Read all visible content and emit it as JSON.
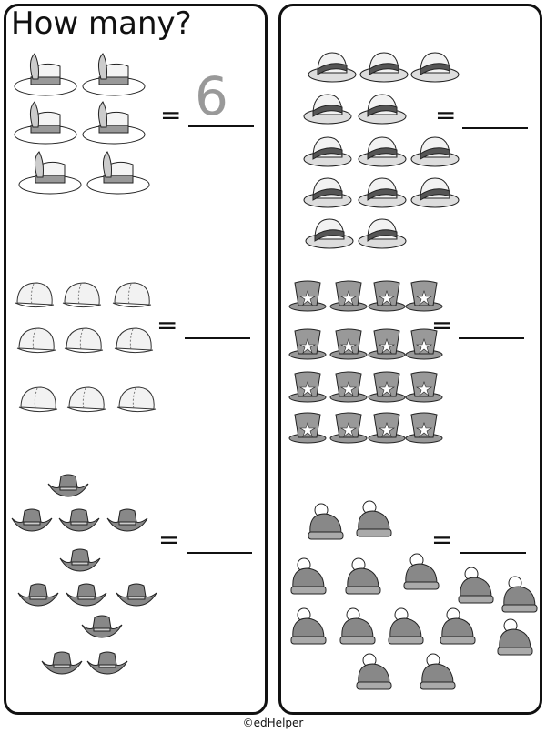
{
  "title": "How many?",
  "equals": "=",
  "footer": "©edHelper",
  "problems": [
    {
      "item": "feather-hat",
      "count": 6,
      "answer": "6"
    },
    {
      "item": "baseball-cap",
      "count": 9,
      "answer": ""
    },
    {
      "item": "cowboy-hat",
      "count": 11,
      "answer": ""
    },
    {
      "item": "bowler-hat",
      "count": 13,
      "answer": ""
    },
    {
      "item": "top-hat",
      "count": 16,
      "answer": ""
    },
    {
      "item": "winter-beanie",
      "count": 14,
      "answer": ""
    }
  ]
}
